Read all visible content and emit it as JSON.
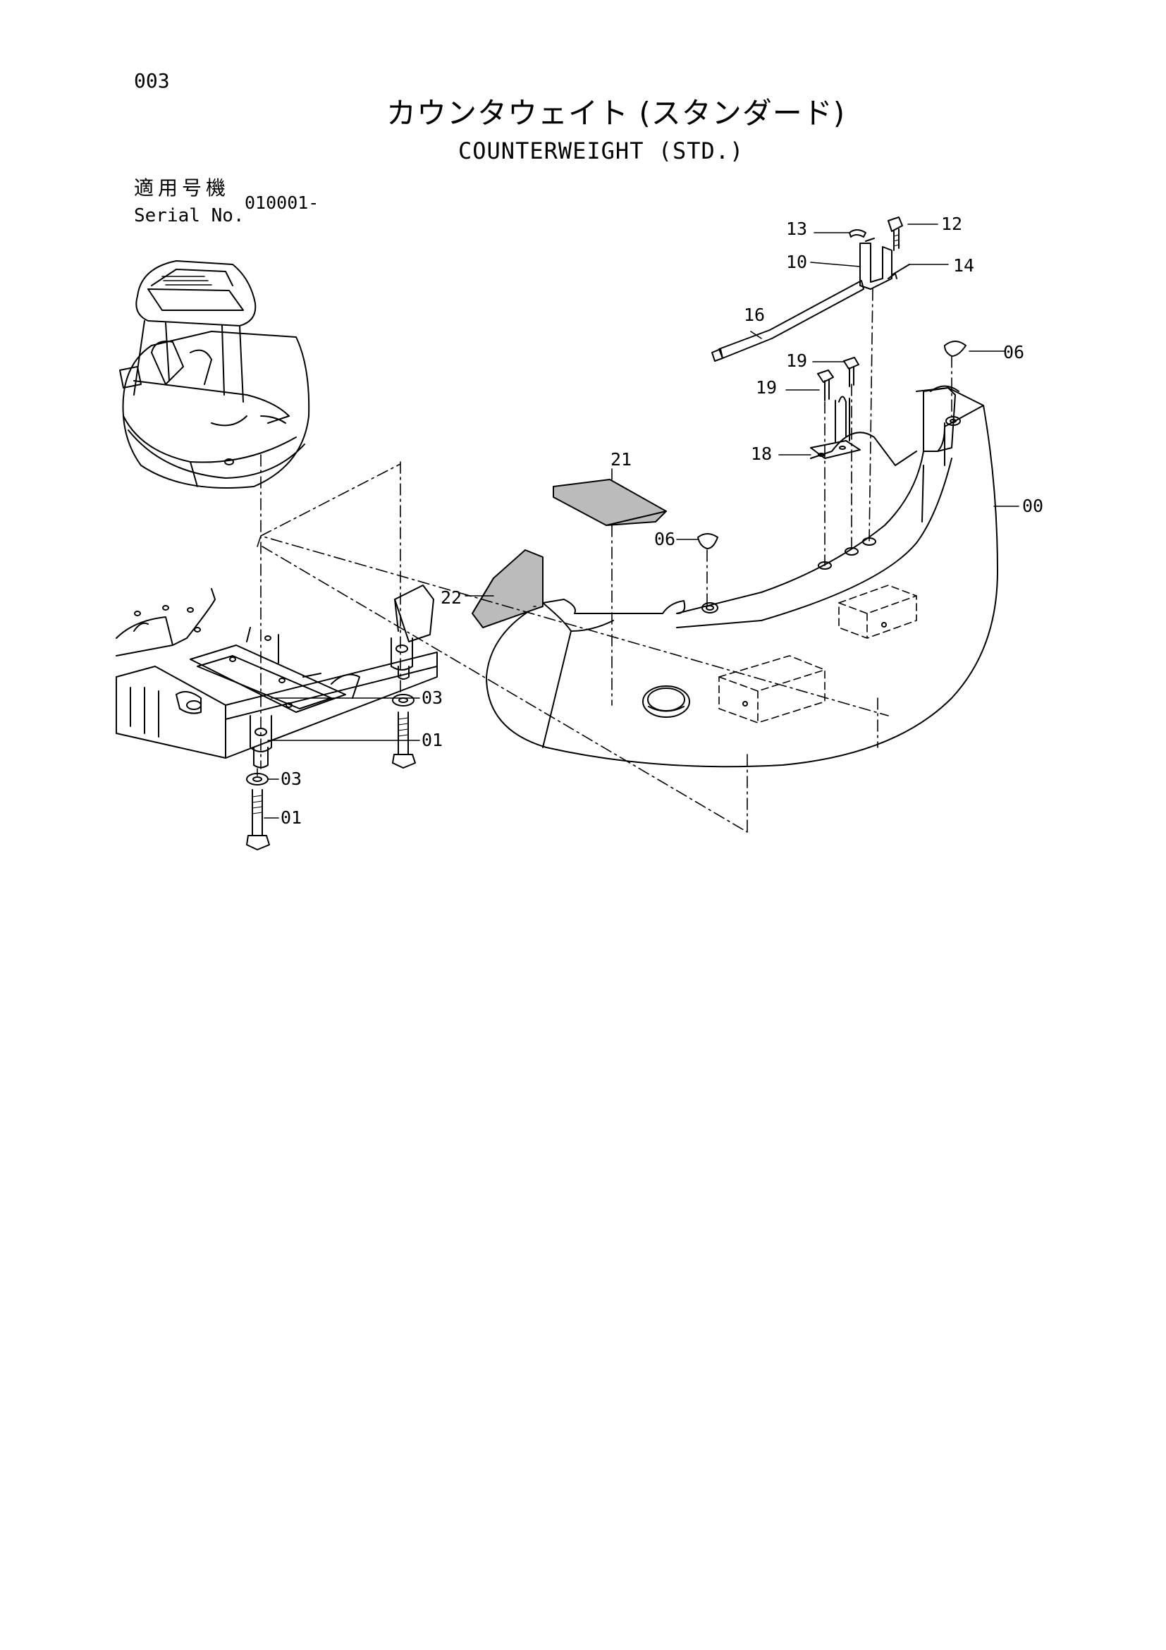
{
  "header": {
    "page_number": "003",
    "title_jp": "カウンタウェイト (スタンダード)",
    "title_en": "COUNTERWEIGHT (STD.)",
    "serial_label_jp": "適用号機",
    "serial_label_en": "Serial No.",
    "serial_value": "010001-"
  },
  "callouts": {
    "c00": "00",
    "c01_a": "01",
    "c01_b": "01",
    "c03_a": "03",
    "c03_b": "03",
    "c06_a": "06",
    "c06_b": "06",
    "c10": "10",
    "c12": "12",
    "c13": "13",
    "c14": "14",
    "c16": "16",
    "c18": "18",
    "c19_a": "19",
    "c19_b": "19",
    "c21": "21",
    "c22": "22"
  }
}
